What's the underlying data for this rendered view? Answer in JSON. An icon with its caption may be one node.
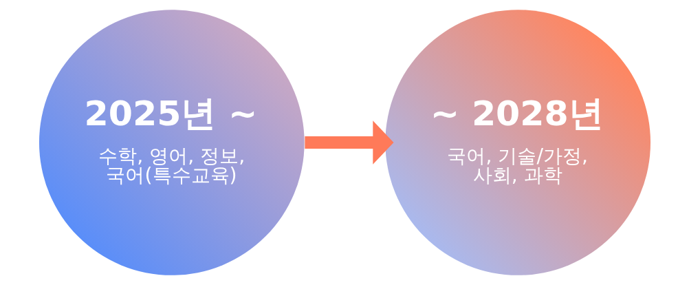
{
  "diagram": {
    "nodes": [
      {
        "text": [
          "2025년 ~",
          "수학, 영어, 정보, 국어(특수교육)"
        ]
      },
      {
        "text": [
          "~ 2028년",
          "국어, 기술/가정, 사회, 과학"
        ]
      }
    ],
    "edges": [
      {
        "from": 0,
        "to": 1,
        "arrow": "to",
        "color": "#ff7a59"
      }
    ]
  }
}
